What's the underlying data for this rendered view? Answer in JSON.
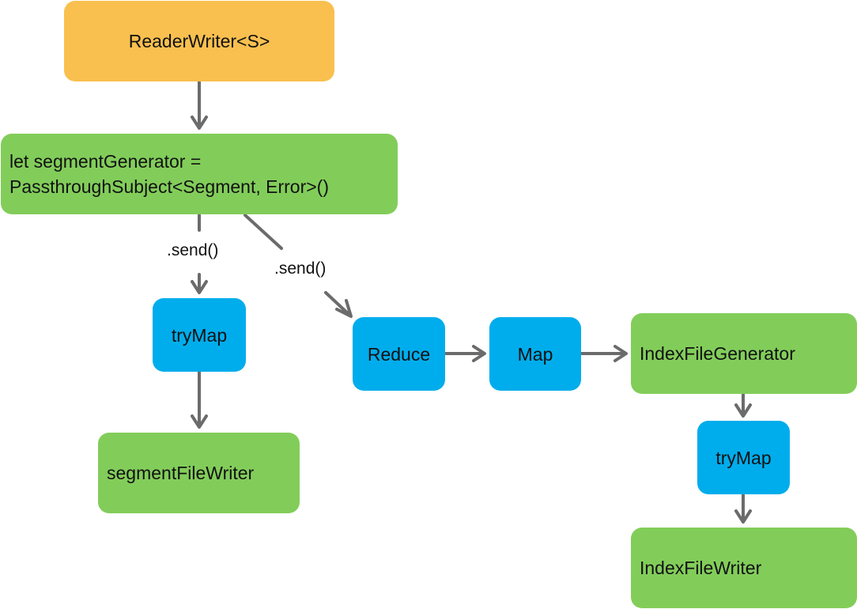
{
  "nodes": {
    "reader_writer": "ReaderWriter<S>",
    "segment_generator_line1": "let segmentGenerator =",
    "segment_generator_line2": "PassthroughSubject<Segment, Error>()",
    "try_map_left": "tryMap",
    "segment_file_writer": "segmentFileWriter",
    "reduce": "Reduce",
    "map": "Map",
    "index_file_generator": "IndexFileGenerator",
    "try_map_right": "tryMap",
    "index_file_writer": "IndexFileWriter"
  },
  "edge_labels": {
    "send_left": ".send()",
    "send_right": ".send()"
  },
  "colors": {
    "orange": "#f9c04f",
    "green": "#82cd5a",
    "blue": "#00adec",
    "arrow": "#6b6b6b"
  }
}
